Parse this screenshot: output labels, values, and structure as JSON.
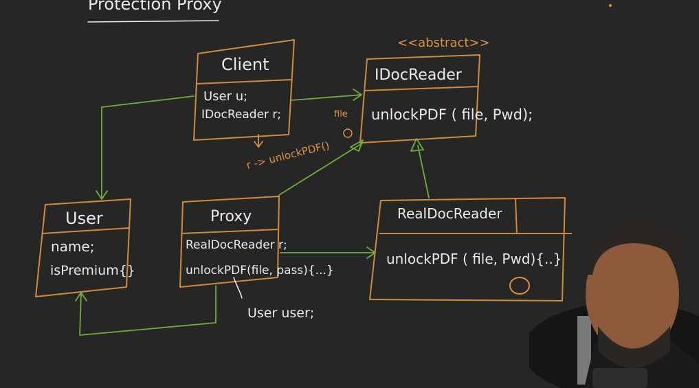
{
  "title": "Protection Proxy",
  "abstract_tag": "<<abstract>>",
  "classes": {
    "client": {
      "name": "Client",
      "fields": [
        "User u;",
        "IDocReader r;"
      ]
    },
    "idocreader": {
      "name": "IDocReader",
      "methods": [
        "unlockPDF ( file, Pwd);"
      ]
    },
    "user": {
      "name": "User",
      "fields": [
        "name;",
        "isPremium{}"
      ]
    },
    "proxy": {
      "name": "Proxy",
      "fields": [
        "RealDocReader r;",
        "unlockPDF(file, pass){...}"
      ]
    },
    "realdocreader": {
      "name": "RealDocReader",
      "methods": [
        "unlockPDF ( file, Pwd){..}"
      ]
    }
  },
  "annotations": {
    "client_call": "r -> unlockPDF()",
    "proxy_user": "User user;",
    "file_note": "file"
  },
  "colors": {
    "background": "#262626",
    "box": "#d48a3a",
    "text": "#eaeaea",
    "arrow": "#6fb03a",
    "note": "#e0913c"
  },
  "presenter": {
    "icon": "person-webcam"
  }
}
